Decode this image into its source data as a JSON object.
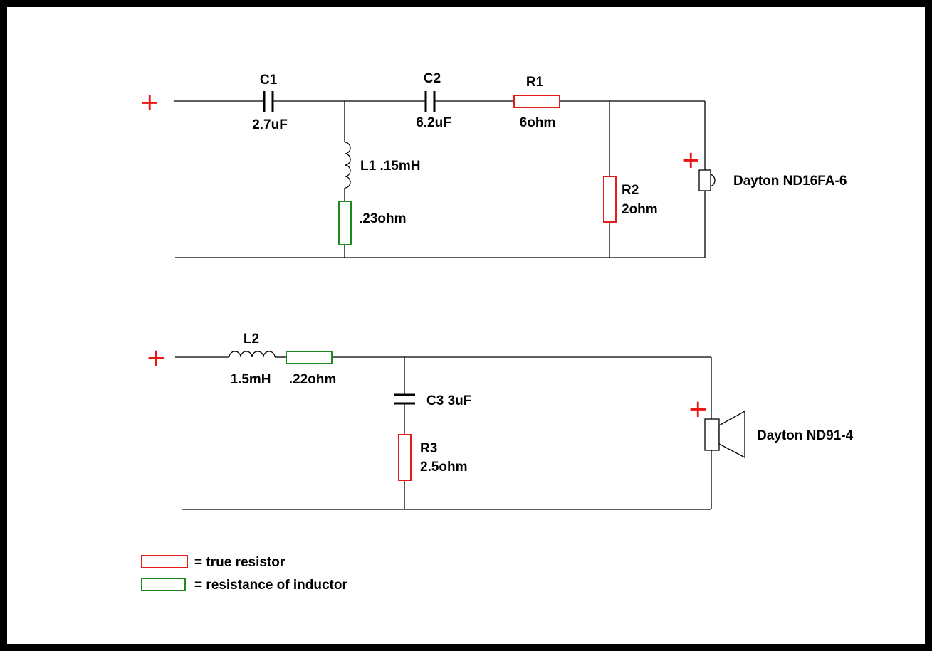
{
  "colors": {
    "frame": "#000000",
    "background": "#ffffff",
    "wire": "#000000",
    "true_resistor": "#e21b1b",
    "inductor_resistance": "#1e8a1e",
    "polarity": "#e21b1b"
  },
  "circuit_top": {
    "input_polarity": "+",
    "c1": {
      "name": "C1",
      "value": "2.7uF"
    },
    "c2": {
      "name": "C2",
      "value": "6.2uF"
    },
    "r1": {
      "name": "R1",
      "value": "6ohm"
    },
    "l1": {
      "label": "L1  .15mH",
      "resistance": ".23ohm"
    },
    "r2": {
      "name": "R2",
      "value": "2ohm"
    },
    "driver_polarity": "+",
    "driver": "Dayton ND16FA-6"
  },
  "circuit_bottom": {
    "input_polarity": "+",
    "l2": {
      "name": "L2",
      "value": "1.5mH",
      "resistance": ".22ohm"
    },
    "c3": {
      "label": "C3  3uF"
    },
    "r3": {
      "name": "R3",
      "value": "2.5ohm"
    },
    "driver_polarity": "+",
    "driver": "Dayton ND91-4"
  },
  "legend": {
    "true_resistor": "= true resistor",
    "inductor_resistance": "= resistance of inductor"
  }
}
